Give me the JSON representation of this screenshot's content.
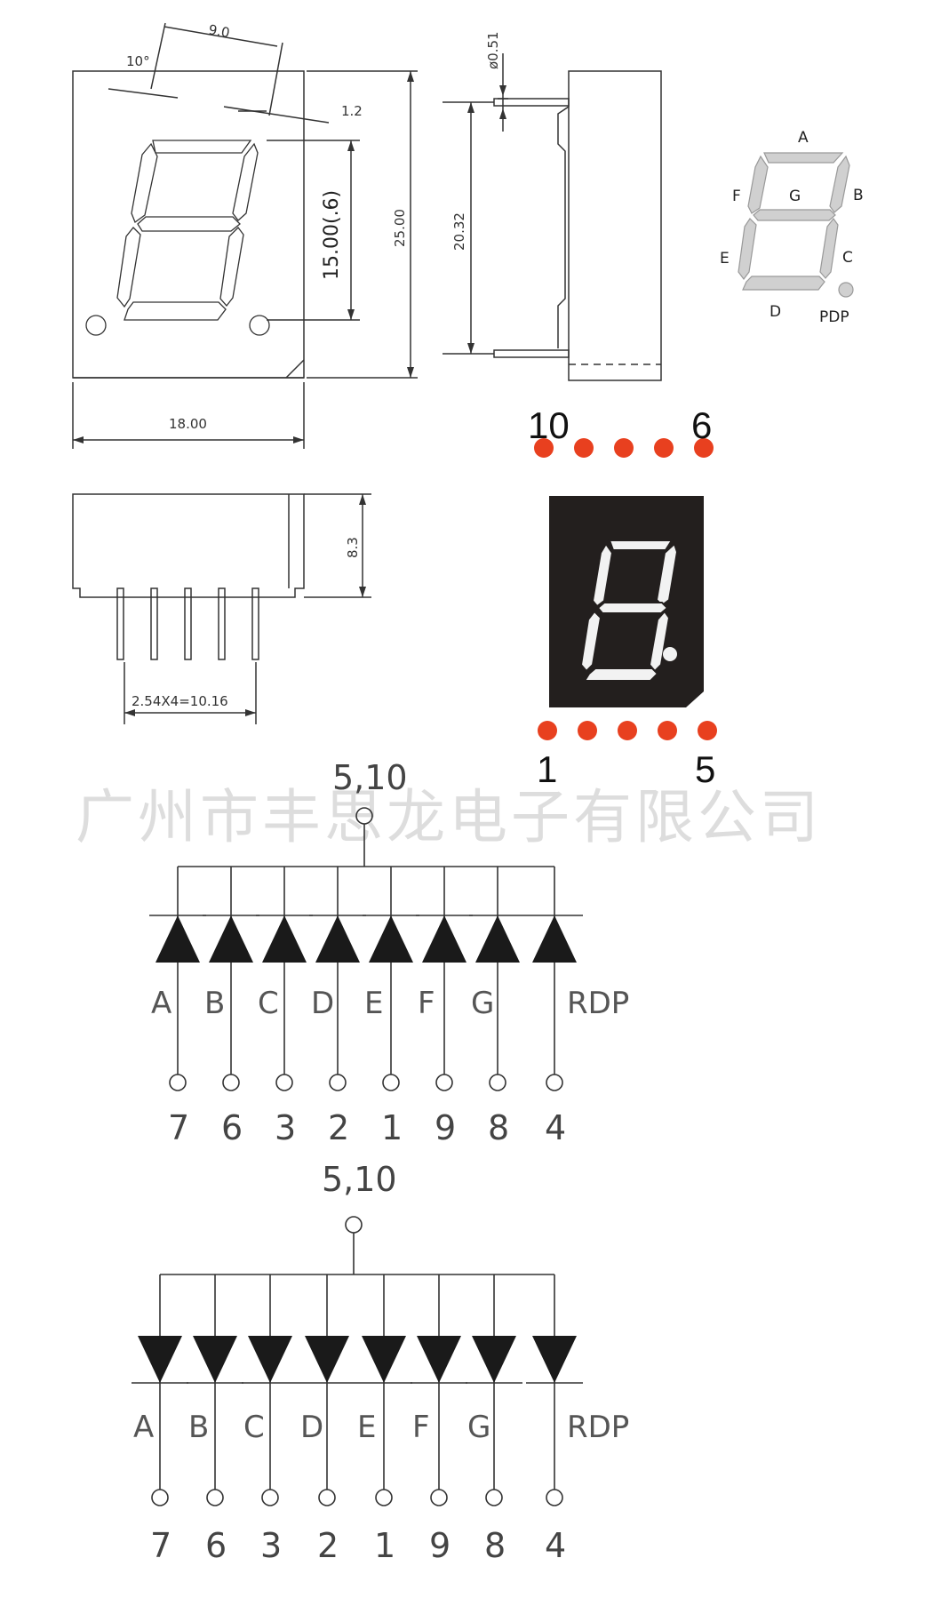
{
  "dimensions": {
    "angle": "10°",
    "width_top": "9.0",
    "seg_offset": "1.2",
    "digit_height": "15.00(.6)",
    "body_height": "25.00",
    "body_width": "18.00",
    "pin_diameter": "ø0.51",
    "pin_span": "20.32",
    "depth": "8.3",
    "pitch": "2.54X4=10.16"
  },
  "segment_diagram": {
    "labels": [
      "A",
      "B",
      "C",
      "D",
      "E",
      "F",
      "G",
      "PDP"
    ]
  },
  "front_view": {
    "top_left_pin": "10",
    "top_right_pin": "6",
    "bottom_left_pin": "1",
    "bottom_right_pin": "5",
    "pin_color": "#e8401f",
    "body_color": "#231f1e"
  },
  "watermark": "广州市丰思龙电子有限公司",
  "schematics": [
    {
      "common_pins": "5,10",
      "segments": [
        "A",
        "B",
        "C",
        "D",
        "E",
        "F",
        "G",
        "RDP"
      ],
      "pins": [
        "7",
        "6",
        "3",
        "2",
        "1",
        "9",
        "8",
        "4"
      ]
    },
    {
      "common_pins": "5,10",
      "segments": [
        "A",
        "B",
        "C",
        "D",
        "E",
        "F",
        "G",
        "RDP"
      ],
      "pins": [
        "7",
        "6",
        "3",
        "2",
        "1",
        "9",
        "8",
        "4"
      ]
    }
  ]
}
